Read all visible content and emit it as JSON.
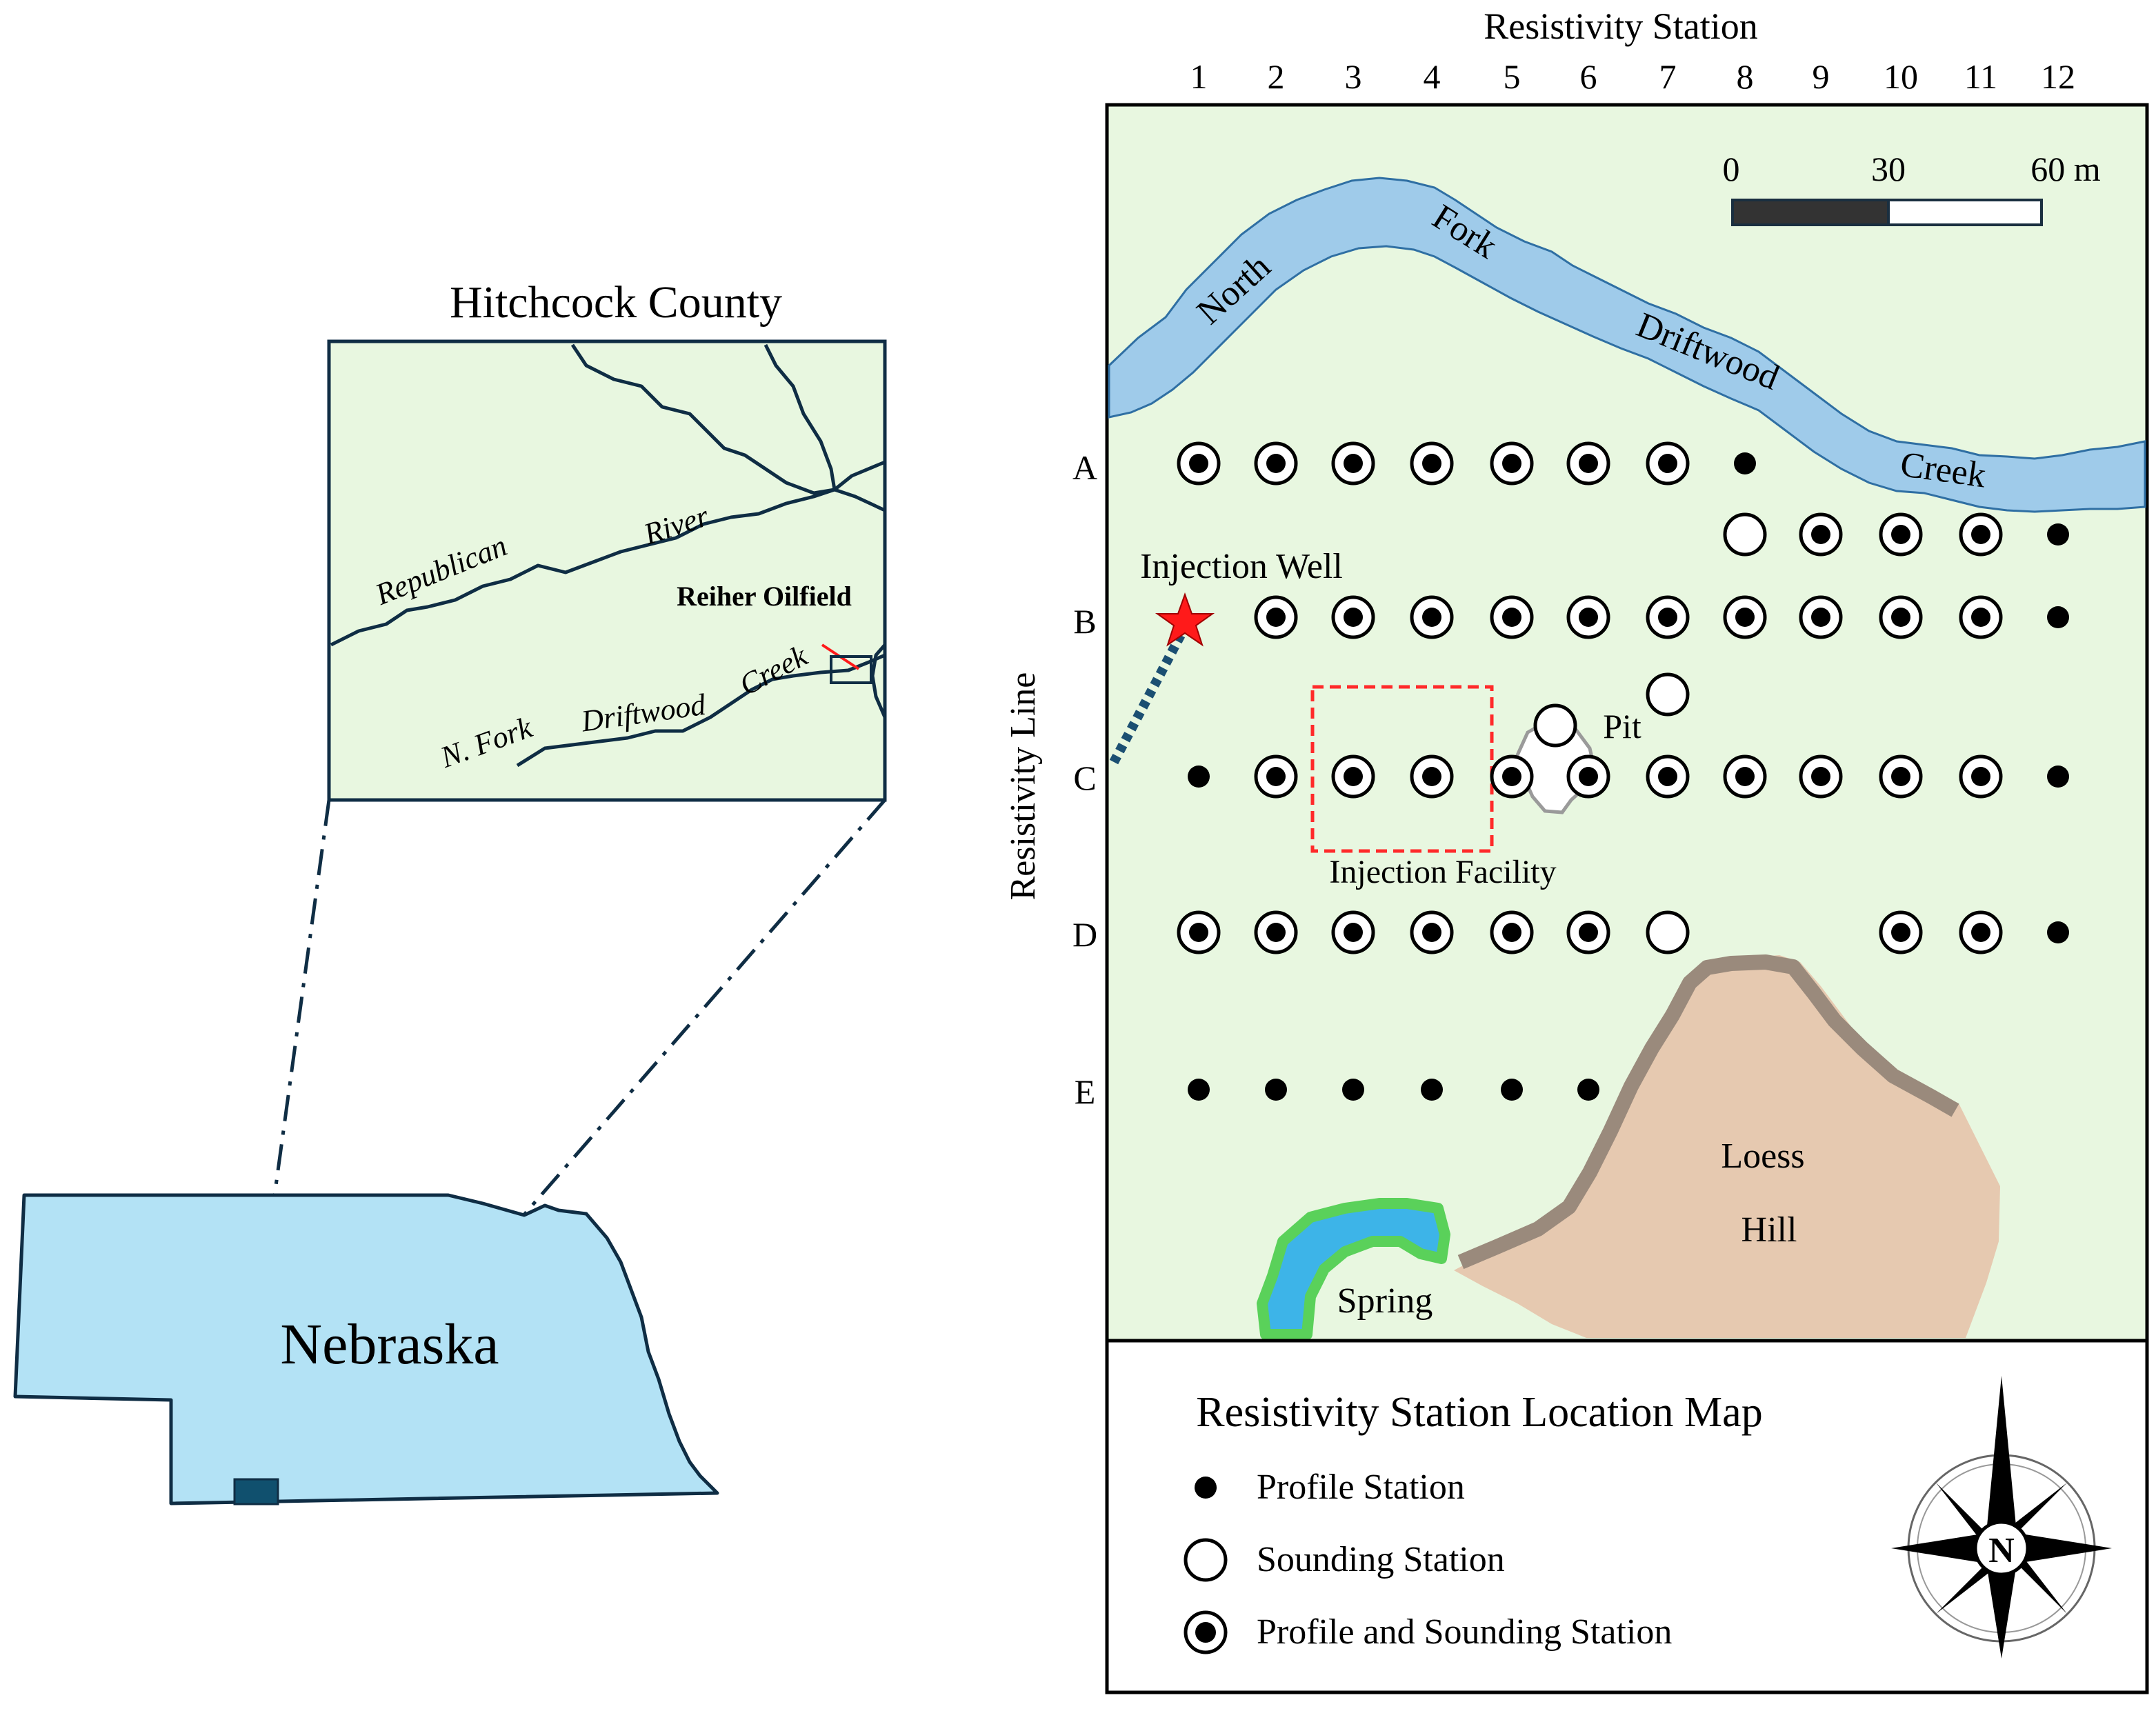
{
  "colors": {
    "field": "#e8f7e0",
    "water": "#9fcbea",
    "water_stroke": "#2f6fa3",
    "nebraska": "#b3e2f5",
    "river_lines": "#0f2d44",
    "loess": "#e6c9b0",
    "gravel": "#9a8a7c",
    "spring_ring": "#5ad15a",
    "spring_water": "#3db4e8",
    "facility": "#ff2a2a",
    "star": "#ff1a1a",
    "county_box": "#e8f7e0"
  },
  "inset": {
    "county_title": "Hitchcock County",
    "river_label_1": "Republican",
    "river_label_2": "River",
    "creek_label_1": "N. Fork",
    "creek_label_2": "Driftwood",
    "creek_label_3": "Creek",
    "oilfield_label": "Reiher Oilfield",
    "state_label": "Nebraska"
  },
  "site_map": {
    "top_axis_title": "Resistivity Station",
    "side_axis_title": "Resistivity Line",
    "station_numbers": [
      "1",
      "2",
      "3",
      "4",
      "5",
      "6",
      "7",
      "8",
      "9",
      "10",
      "11",
      "12"
    ],
    "line_letters": [
      "A",
      "B",
      "C",
      "D",
      "E"
    ],
    "scale_labels": [
      "0",
      "30",
      "60 m"
    ],
    "creek_words": [
      "North",
      "Fork",
      "Driftwood",
      "Creek"
    ],
    "injection_well_label": "Injection Well",
    "pit_label": "Pit",
    "facility_label": "Injection Facility",
    "loess_label_1": "Loess",
    "loess_label_2": "Hill",
    "spring_label": "Spring"
  },
  "legend": {
    "title": "Resistivity  Station Location Map",
    "items": [
      {
        "kind": "profile",
        "label": "Profile Station"
      },
      {
        "kind": "sounding",
        "label": "Sounding  Station"
      },
      {
        "kind": "both",
        "label": "Profile and Sounding  Station"
      }
    ],
    "compass_letter": "N"
  },
  "stations": {
    "A": [
      "both",
      "both",
      "both",
      "both",
      "both",
      "both",
      "both",
      "profile"
    ],
    "A_offset": [
      "sounding@8",
      "both@9",
      "both@10",
      "both@11",
      "profile@12"
    ],
    "B": [
      "both@2",
      "both@3",
      "both@4",
      "both@5",
      "both@6",
      "both@7",
      "both@8",
      "both@9",
      "both@10",
      "both@11",
      "profile@12"
    ],
    "C": [
      "profile@1",
      "both@2",
      "both@3",
      "both@4",
      "both@5",
      "both@6",
      "both@7",
      "both@8",
      "both@9",
      "both@10",
      "both@11",
      "profile@12"
    ],
    "C_extra": [
      "sounding@7"
    ],
    "D": [
      "both@1",
      "both@2",
      "both@3",
      "both@4",
      "both@5",
      "both@6",
      "sounding@7",
      "both@10",
      "both@11",
      "profile@12"
    ],
    "E": [
      "profile@1",
      "profile@2",
      "profile@3",
      "profile@4",
      "profile@5",
      "profile@6"
    ]
  }
}
